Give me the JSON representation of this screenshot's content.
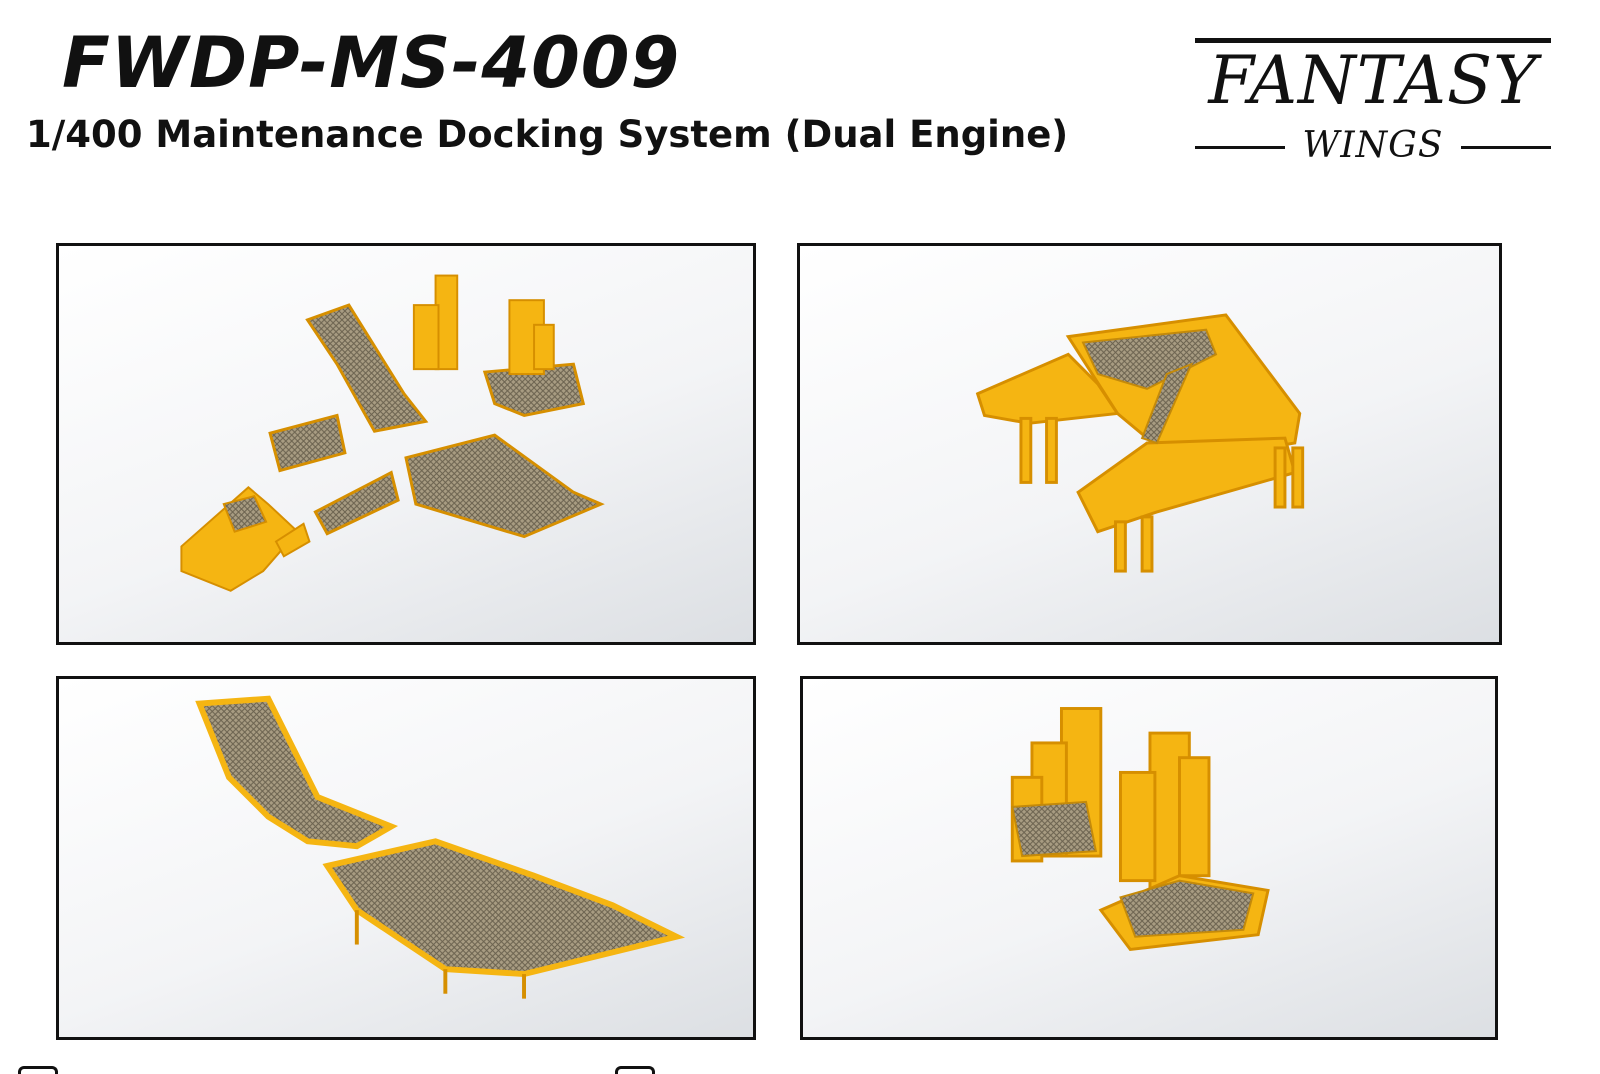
{
  "header": {
    "product_code": "FWDP-MS-4009",
    "title": "1/400 Maintenance Docking System (Dual Engine)"
  },
  "logo": {
    "brand": "FANTASY",
    "sub": "WINGS"
  },
  "colors": {
    "model_yellow": "#f5b512",
    "model_shadow": "#d68f00",
    "mesh": "#9a8f78",
    "frame": "#111111"
  },
  "photos": [
    {
      "subject": "disassembled dock parts"
    },
    {
      "subject": "assembled dock side view"
    },
    {
      "subject": "two platform sections"
    },
    {
      "subject": "stair tower assemblies"
    }
  ]
}
